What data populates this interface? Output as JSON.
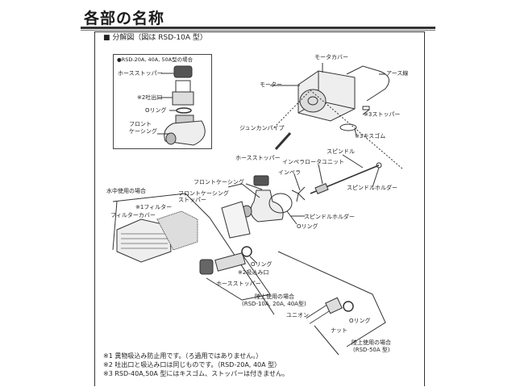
{
  "title": "各部の名称",
  "section": "■ 分解図（図は RSD-10A 型）",
  "inset": {
    "header": "●RSD-20A, 40A, 50A型の場合",
    "hose_stopper": "ホースストッパー",
    "outlet": "※2吐出口",
    "o_ring": "Oリング",
    "front1": "フロント",
    "front2": "ケーシング"
  },
  "labels": {
    "motor_cover": "モータカバー",
    "motor": "モーター",
    "earth": "アース線",
    "stopper3": "※3ストッパー",
    "kisugomu": "※3キスゴム",
    "junkan": "ジュンカンパイプ",
    "spindle": "スピンドル",
    "impeller_unit": "インペラロータユニット",
    "impeller": "インペラ",
    "spindle_holder1": "スピンドルホルダー",
    "hose_stopper1": "ホースストッパー",
    "front_casing": "フロントケーシング",
    "fc_stopper1": "フロントケーシング",
    "fc_stopper2": "ストッパー",
    "underwater": "水中使用の場合",
    "filter": "※1フィルター",
    "filter_cover": "フィルターカバー",
    "spindle_holder2": "スピンドルホルダー",
    "o_ring1": "Oリング",
    "o_ring2": "Oリング",
    "inlet": "※2吸込み口",
    "hose_stopper2": "ホースストッパー",
    "land1": "陸上使用の場合",
    "land1_models": "(RSD-10A, 20A, 40A型)",
    "union": "ユニオン",
    "o_ring3": "Oリング",
    "nut": "ナット",
    "land2": "陸上使用の場合",
    "land2_models": "(RSD-50A 型)"
  },
  "notes": [
    "※1  異物吸込み防止用です。（ろ過用ではありません。）",
    "※2  吐出口と吸込み口は同じものです。（RSD-20A, 40A 型）",
    "※3  RSD-40A,50A 型にはキスゴム、ストッパーは付きません。"
  ]
}
